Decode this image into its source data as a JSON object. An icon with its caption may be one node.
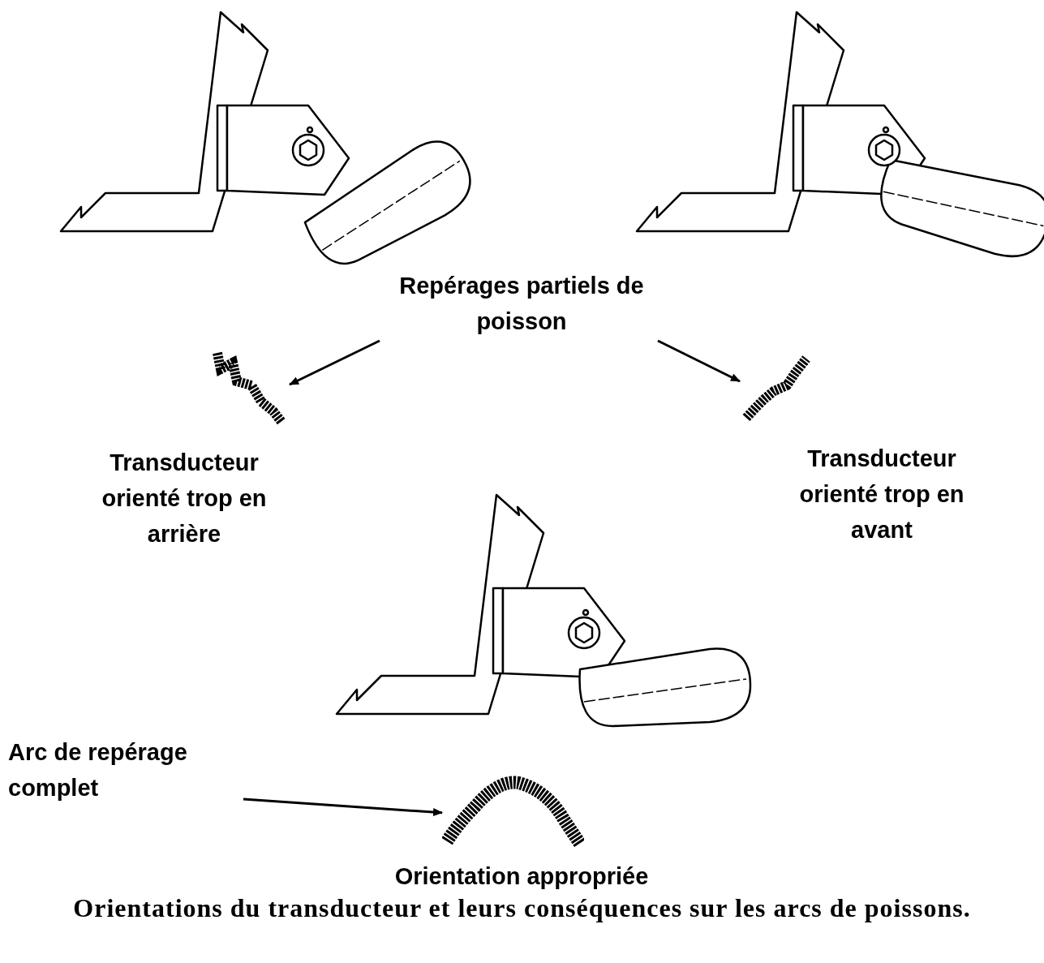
{
  "diagram": {
    "caption": "Orientations du transducteur et leurs conséquences sur les arcs de poissons.",
    "nodes": [
      {
        "text": [
          "Repérages partiels de poisson"
        ]
      },
      {
        "text": [],
        "shape": "picture",
        "beside": [
          "Transducteur orienté trop en arrière"
        ]
      },
      {
        "text": [],
        "shape": "picture",
        "beside": [
          "Transducteur orienté trop en avant"
        ]
      },
      {
        "text": [
          "Arc de repérage complet"
        ]
      },
      {
        "text": [],
        "shape": "picture",
        "beside": [
          "Orientation appropriée"
        ]
      }
    ],
    "edges": [
      {
        "from": 0,
        "to": 1,
        "arrow": "to"
      },
      {
        "from": 0,
        "to": 2,
        "arrow": "to"
      },
      {
        "from": 3,
        "to": 4,
        "arrow": "to"
      }
    ]
  }
}
